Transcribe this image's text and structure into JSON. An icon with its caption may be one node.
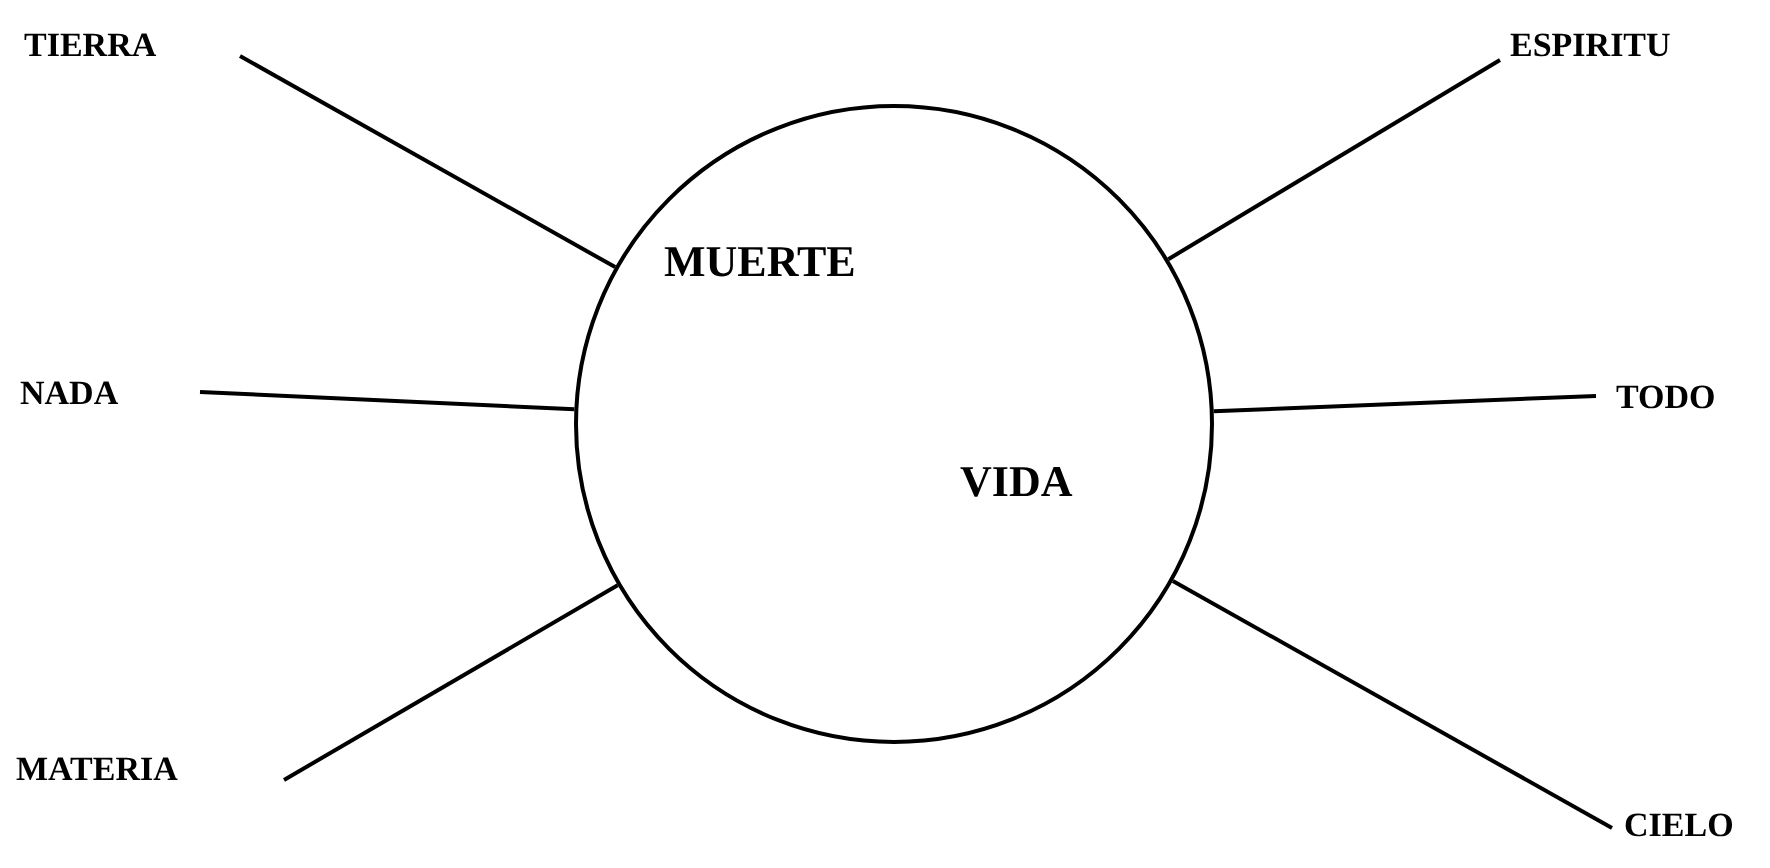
{
  "diagram": {
    "nodes": [
      {
        "text": [
          "TIERRA"
        ]
      },
      {
        "text": [
          "ESPIRITU"
        ]
      },
      {
        "text": [
          "MUERTE",
          "VIDA"
        ]
      },
      {
        "text": [
          "NADA"
        ]
      },
      {
        "text": [
          "TODO"
        ]
      },
      {
        "text": [
          "MATERIA"
        ]
      },
      {
        "text": [
          "CIELO"
        ]
      }
    ],
    "edges": [
      {
        "from": 0,
        "to": 2,
        "arrow": "none"
      },
      {
        "from": 1,
        "to": 2,
        "arrow": "none"
      },
      {
        "from": 3,
        "to": 2,
        "arrow": "none"
      },
      {
        "from": 4,
        "to": 2,
        "arrow": "none"
      },
      {
        "from": 5,
        "to": 2,
        "arrow": "none"
      },
      {
        "from": 6,
        "to": 2,
        "arrow": "none"
      }
    ]
  }
}
